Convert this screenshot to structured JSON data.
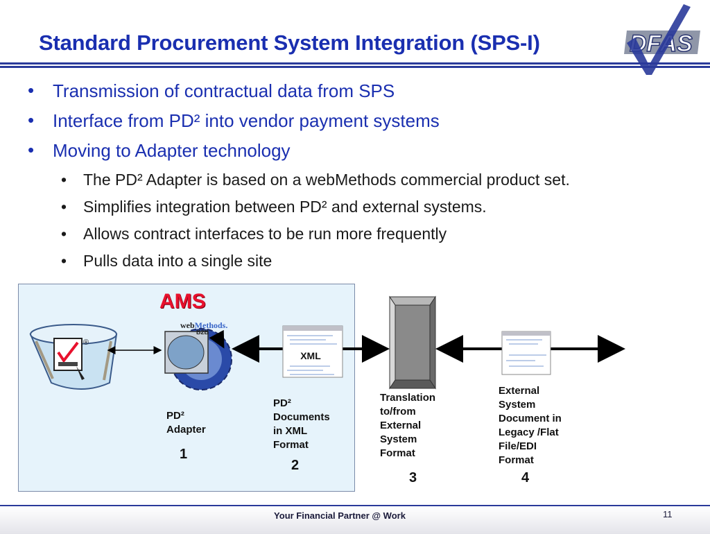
{
  "slide": {
    "title": "Standard Procurement System Integration (SPS-I)",
    "logo_text": "DFAS",
    "bullets": [
      "Transmission of contractual data from SPS",
      "Interface from PD² into vendor payment systems",
      "Moving to Adapter technology"
    ],
    "sub_bullets": [
      "The PD² Adapter is based on a webMethods commercial product set.",
      "Simplifies integration between PD² and external systems.",
      "Allows contract interfaces to be run more frequently",
      "Pulls data into a single site"
    ]
  },
  "diagram": {
    "box_label": "AMS",
    "vendor_logo_web": "web",
    "vendor_logo_methods": "Methods.",
    "vendor_logo_sub": "B2B",
    "registered_mark": "®",
    "xml_label": "XML",
    "steps": [
      {
        "number": "1",
        "label": "PD²\nAdapter"
      },
      {
        "number": "2",
        "label": "PD²\nDocuments\nin XML\nFormat"
      },
      {
        "number": "3",
        "label": "Translation\nto/from\nExternal\nSystem\nFormat"
      },
      {
        "number": "4",
        "label": "External\nSystem\nDocument in\nLegacy /Flat\nFile/EDI\nFormat"
      }
    ]
  },
  "footer": {
    "tagline": "Your Financial Partner @ Work",
    "page_number": "11"
  },
  "colors": {
    "title_blue": "#1a2fb0",
    "ams_red": "#e8112d",
    "box_fill": "#e6f3fb"
  }
}
